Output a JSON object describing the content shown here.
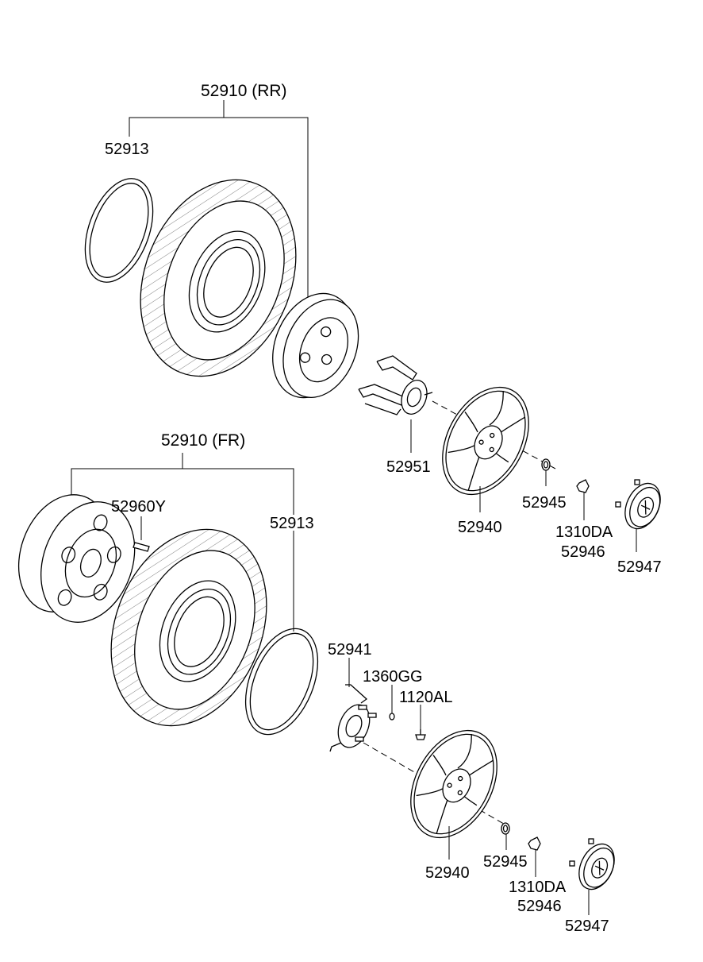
{
  "labels": {
    "rr_assembly": "52910 (RR)",
    "rr_ring": "52913",
    "rr_bracket": "52951",
    "rr_wheel_cover": "52940",
    "rr_nut": "52945",
    "rr_hub_nut_a": "1310DA",
    "rr_hub_nut_b": "52946",
    "rr_hub_cap": "52947",
    "fr_assembly": "52910 (FR)",
    "fr_valve": "52960Y",
    "fr_ring": "52913",
    "fr_bracket": "52941",
    "fr_screw_a": "1360GG",
    "fr_screw_b": "1120AL",
    "fr_wheel_cover": "52940",
    "fr_nut": "52945",
    "fr_hub_nut_a": "1310DA",
    "fr_hub_nut_b": "52946",
    "fr_hub_cap": "52947"
  }
}
